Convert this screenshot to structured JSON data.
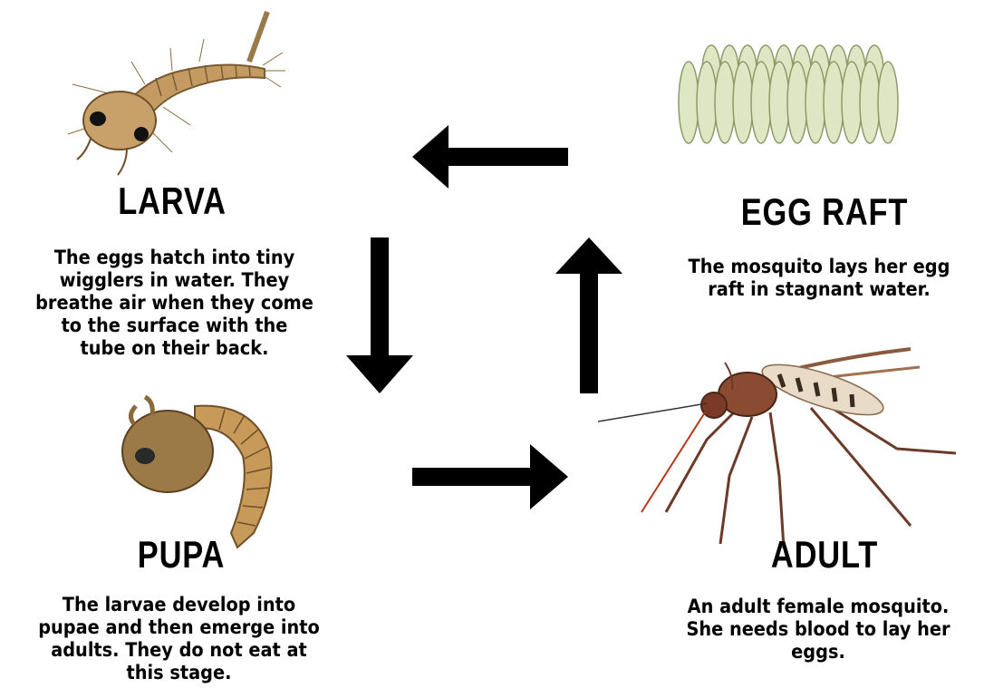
{
  "stages": {
    "larva": {
      "title": "LARVA",
      "lines": [
        "The eggs hatch into tiny",
        "wigglers in water. They",
        "breathe air when they come",
        "to the surface with the",
        "tube on their back."
      ]
    },
    "egg_raft": {
      "title": "EGG RAFT",
      "lines": [
        "The mosquito lays her egg",
        "raft in stagnant water."
      ]
    },
    "pupa": {
      "title": "PUPA",
      "lines": [
        "The larvae develop into",
        "pupae and then emerge into",
        "adults. They do not eat at",
        "this stage."
      ]
    },
    "adult": {
      "title": "ADULT",
      "lines": [
        "An adult female mosquito.",
        "She needs blood to lay her",
        "eggs."
      ]
    }
  },
  "arrows": [
    "arrow-left",
    "arrow-down",
    "arrow-right",
    "arrow-up"
  ],
  "colors": {
    "text": "#000000",
    "arrow": "#000000",
    "egg": "#dfe6c3",
    "larva": "#b98b55",
    "pupa": "#c89a5a",
    "mosquito_body": "#8b4a32"
  }
}
